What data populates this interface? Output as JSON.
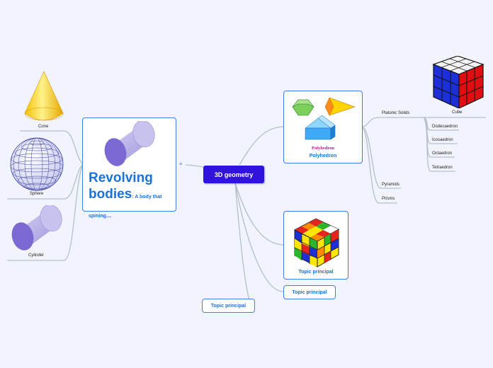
{
  "central": {
    "label": "3D geometry"
  },
  "revolving": {
    "title": "Revolving bodies",
    "subtitle": ": A body that spining...."
  },
  "revolving_children": [
    "Cone",
    "Sphere",
    "Cylinder"
  ],
  "polyhedron": {
    "label": "Polyhedron",
    "image_caption": "Polyhedron"
  },
  "platonic": {
    "label": "Platonic Solids",
    "children": [
      "Cube",
      "Dodecaedron",
      "Icosaedron",
      "Octaedron",
      "Tetraedron"
    ]
  },
  "polyhedron_children": [
    "Pyramids",
    "Prisms"
  ],
  "topic_cube": {
    "label": "Topic principal"
  },
  "topic_2": {
    "label": "Topic principal"
  },
  "topic_3": {
    "label": "Topic principal"
  },
  "note_icon": "note-icon",
  "colors": {
    "central": "#2f13dc",
    "accent": "#1a73d8",
    "border": "#3f7ee8",
    "line": "#b9bccb",
    "background": "#f1f4fd"
  }
}
